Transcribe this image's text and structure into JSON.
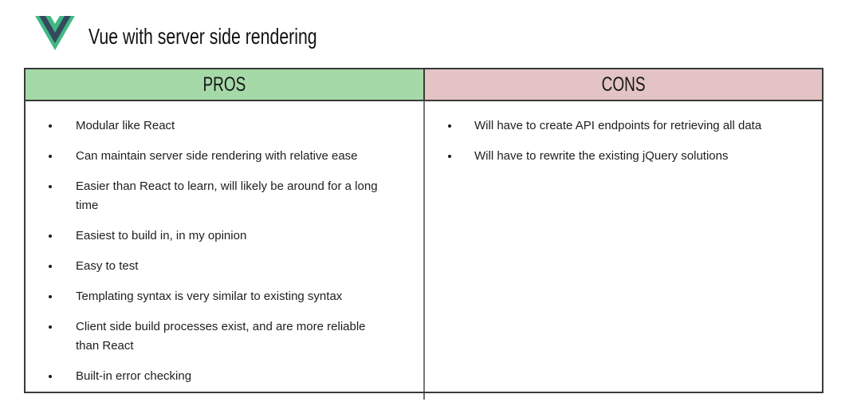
{
  "header": {
    "title": "Vue with server side rendering"
  },
  "logo": {
    "name": "vue-logo",
    "colors": {
      "outer": "#41b883",
      "inner": "#35495e"
    }
  },
  "table": {
    "pros": {
      "header": "PROS",
      "header_bg": "#a6d9a8",
      "items": [
        "Modular like React",
        "Can maintain server side rendering with relative ease",
        "Easier than React to learn, will likely be around for a long time",
        "Easiest to build in, in my opinion",
        "Easy to test",
        "Templating syntax is very similar to existing syntax",
        "Client side build processes exist, and are more reliable than React",
        "Built-in error checking"
      ]
    },
    "cons": {
      "header": "CONS",
      "header_bg": "#e3c3c3",
      "items": [
        "Will have to create API endpoints for retrieving all data",
        "Will have to rewrite the existing jQuery solutions"
      ]
    },
    "border_colors": {
      "outer": "#3a3a3a",
      "inner_divider": "#767676"
    }
  }
}
